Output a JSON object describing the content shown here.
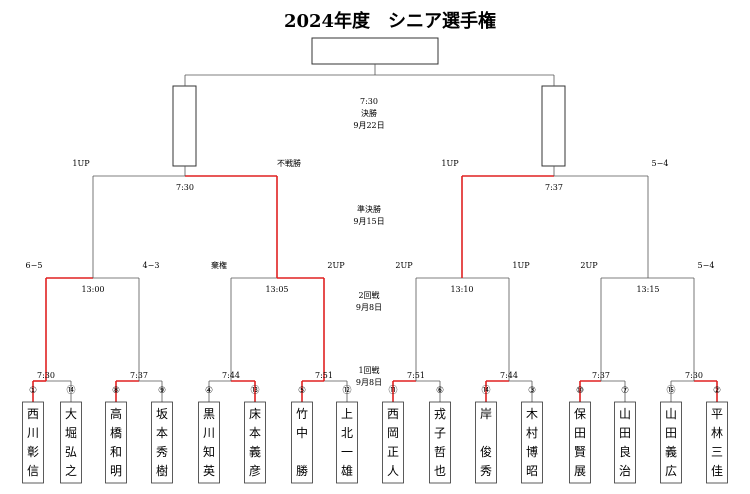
{
  "title": "2024年度　シニア選手権",
  "final": {
    "time": "7:30",
    "stage": "決勝",
    "date": "9月22日"
  },
  "semi": {
    "stage": "準決勝",
    "date": "9月15日"
  },
  "r2": {
    "stage": "2回戦",
    "date": "9月8日"
  },
  "r1": {
    "stage": "1回戦",
    "date": "9月8日"
  },
  "semi_matches": [
    {
      "time": "7:30",
      "left_result": "1UP",
      "right_result": "不戦勝"
    },
    {
      "time": "7:37",
      "left_result": "1UP",
      "right_result": "5−4"
    }
  ],
  "r2_matches": [
    {
      "time": "13:00",
      "left_result": "6−5",
      "right_result": "4−3"
    },
    {
      "time": "13:05",
      "left_result": "棄権",
      "right_result": "2UP"
    },
    {
      "time": "13:10",
      "left_result": "2UP",
      "right_result": "1UP"
    },
    {
      "time": "13:15",
      "left_result": "2UP",
      "right_result": "5−4"
    }
  ],
  "r1_times": [
    "7:30",
    "7:37",
    "7:44",
    "7:51",
    "7:51",
    "7:44",
    "7:37",
    "7:30"
  ],
  "players": [
    {
      "seed": "①",
      "name": [
        "西",
        "川",
        "彰",
        "信"
      ]
    },
    {
      "seed": "⑭",
      "name": [
        "大",
        "堀",
        "弘",
        "之"
      ]
    },
    {
      "seed": "⑧",
      "name": [
        "高",
        "橋",
        "和",
        "明"
      ]
    },
    {
      "seed": "⑨",
      "name": [
        "坂",
        "本",
        "秀",
        "樹"
      ]
    },
    {
      "seed": "④",
      "name": [
        "黒",
        "川",
        "知",
        "英"
      ]
    },
    {
      "seed": "⑬",
      "name": [
        "床",
        "本",
        "義",
        "彦"
      ]
    },
    {
      "seed": "⑤",
      "name": [
        "竹",
        "中",
        "",
        "勝"
      ]
    },
    {
      "seed": "⑫",
      "name": [
        "上",
        "北",
        "一",
        "雄"
      ]
    },
    {
      "seed": "⑪",
      "name": [
        "西",
        "岡",
        "正",
        "人"
      ]
    },
    {
      "seed": "⑥",
      "name": [
        "戎",
        "子",
        "哲",
        "也"
      ]
    },
    {
      "seed": "⑭",
      "name": [
        "岸",
        "",
        "俊",
        "秀"
      ]
    },
    {
      "seed": "③",
      "name": [
        "木",
        "村",
        "博",
        "昭"
      ]
    },
    {
      "seed": "⑩",
      "name": [
        "保",
        "田",
        "賢",
        "展"
      ]
    },
    {
      "seed": "⑦",
      "name": [
        "山",
        "田",
        "良",
        "治"
      ]
    },
    {
      "seed": "⑮",
      "name": [
        "山",
        "田",
        "義",
        "広"
      ]
    },
    {
      "seed": "②",
      "name": [
        "平",
        "林",
        "三",
        "佳"
      ]
    }
  ],
  "winners_r1": [
    0,
    2,
    5,
    6,
    8,
    10,
    12,
    15
  ],
  "winners_r2": [
    0,
    1,
    2,
    3
  ],
  "winners_semi": [
    1,
    0
  ],
  "colors": {
    "line": "#555555",
    "win": "#e02020"
  }
}
